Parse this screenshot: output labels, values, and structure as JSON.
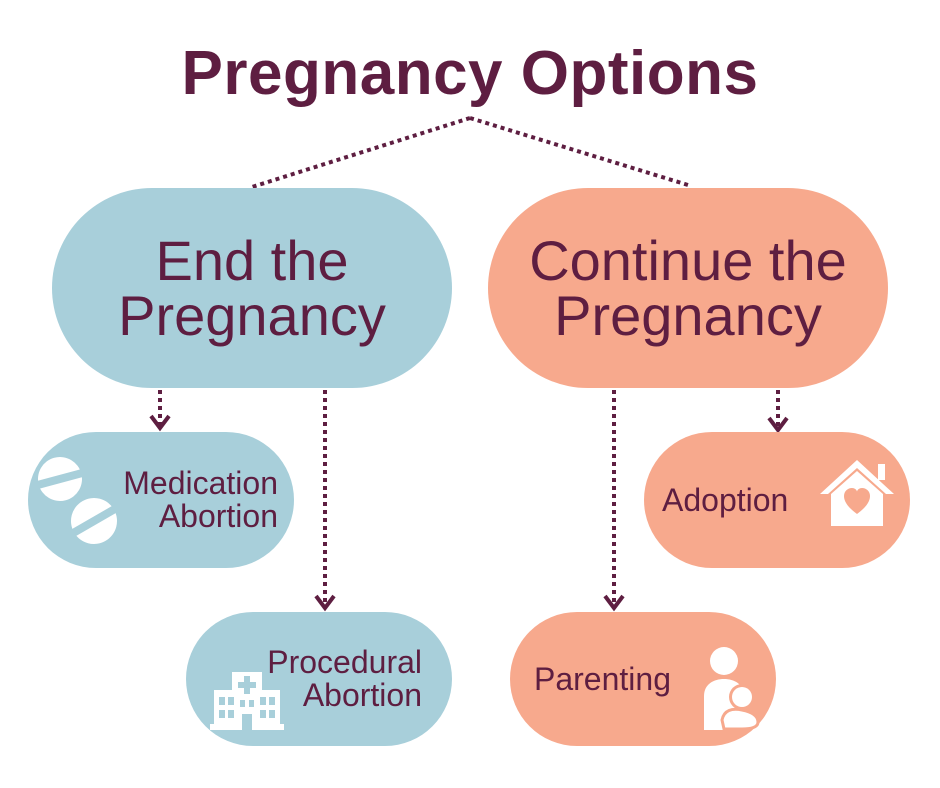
{
  "title": "Pregnancy Options",
  "end": {
    "line1": "End the",
    "line2": "Pregnancy"
  },
  "continue": {
    "line1": "Continue the",
    "line2": "Pregnancy"
  },
  "medication": {
    "line1": "Medication",
    "line2": "Abortion",
    "icon": "pills-icon"
  },
  "procedural": {
    "line1": "Procedural",
    "line2": "Abortion",
    "icon": "hospital-icon"
  },
  "adoption": {
    "label": "Adoption",
    "icon": "house-heart-icon"
  },
  "parenting": {
    "label": "Parenting",
    "icon": "parent-child-icon"
  },
  "colors": {
    "title": "#5e1e41",
    "blue": "#a8cfda",
    "salmon": "#f7a98d",
    "connector": "#5e1e41"
  }
}
